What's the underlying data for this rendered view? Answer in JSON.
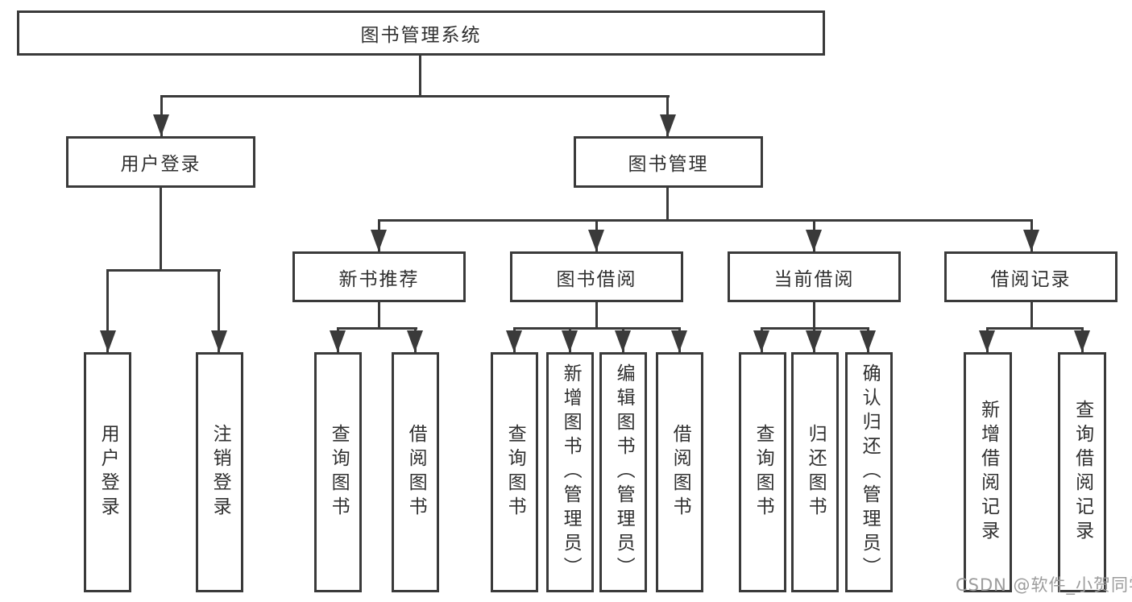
{
  "diagram": {
    "root": {
      "label": "图书管理系统"
    },
    "level2": [
      {
        "label": "用户登录"
      },
      {
        "label": "图书管理"
      }
    ],
    "level3": [
      {
        "label": "新书推荐"
      },
      {
        "label": "图书借阅"
      },
      {
        "label": "当前借阅"
      },
      {
        "label": "借阅记录"
      }
    ],
    "leaves": {
      "user_login": [
        "用户登录",
        "注销登录"
      ],
      "new_book_rec": [
        "查询图书",
        "借阅图书"
      ],
      "book_borrow": [
        "查询图书",
        "新增图书（管理员）",
        "编辑图书（管理员）",
        "借阅图书"
      ],
      "current_borrow": [
        "查询图书",
        "归还图书",
        "确认归还（管理员）"
      ],
      "borrow_record": [
        "新增借阅记录",
        "查询借阅记录"
      ]
    }
  },
  "watermark": {
    "text": "CSDN @软件_小贺同学"
  },
  "colors": {
    "line": "#3a3a3a",
    "text": "#303030",
    "watermark": "#9c9c9c",
    "background": "#ffffff"
  }
}
